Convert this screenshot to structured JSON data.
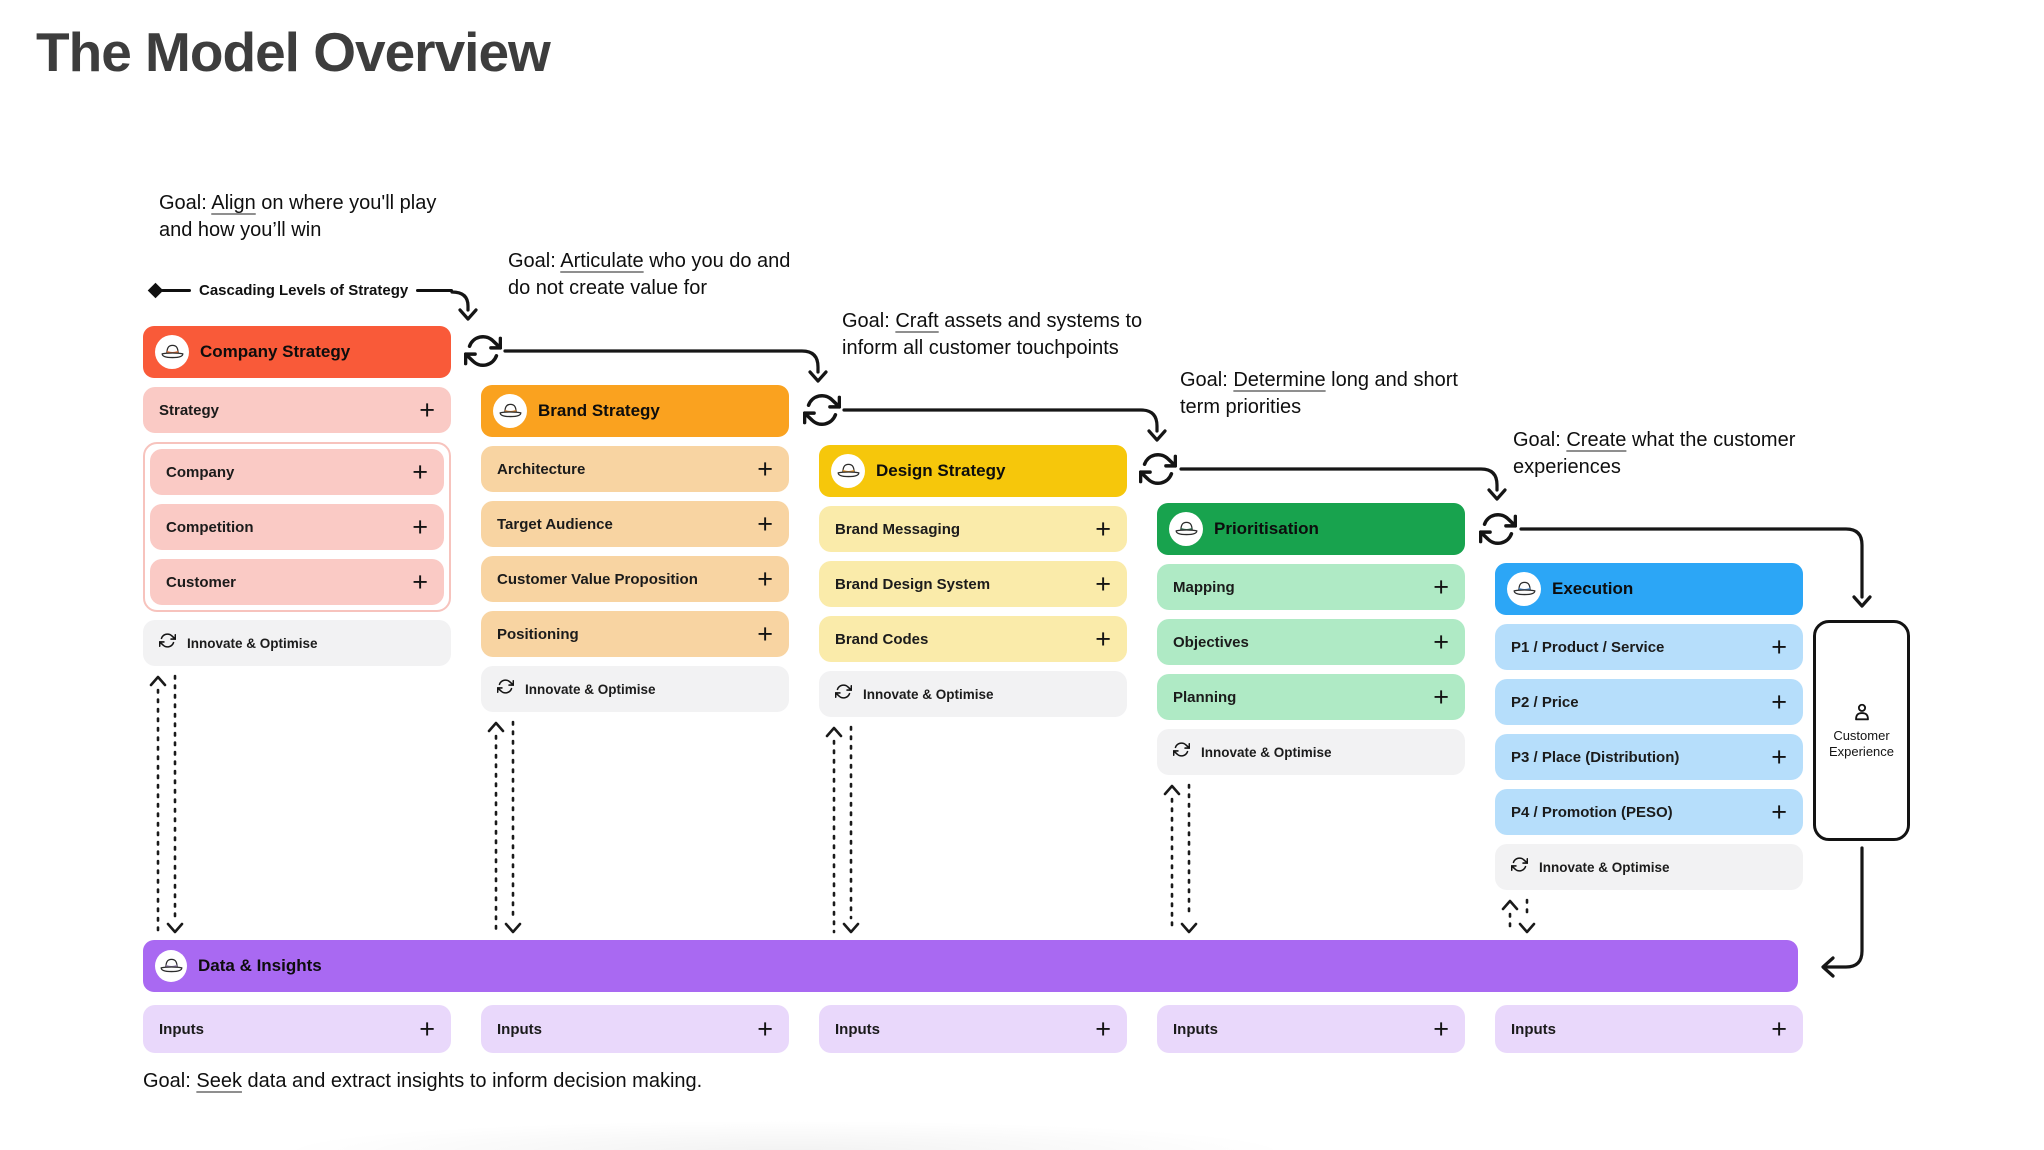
{
  "page": {
    "title": "The Model Overview"
  },
  "legend": {
    "cascading_label": "Cascading Levels of Strategy"
  },
  "goals": [
    {
      "pre": "Goal: ",
      "keyword": "Align",
      "rest": " on where you'll play",
      "line2": "and how you’ll win"
    },
    {
      "pre": "Goal: ",
      "keyword": "Articulate",
      "rest": " who you do and",
      "line2": "do not create value for"
    },
    {
      "pre": "Goal: ",
      "keyword": "Craft",
      "rest": " assets and systems to",
      "line2": "inform all customer touchpoints"
    },
    {
      "pre": "Goal: ",
      "keyword": "Determine",
      "rest": " long and short",
      "line2": "term priorities"
    },
    {
      "pre": "Goal: ",
      "keyword": "Create",
      "rest": " what the customer",
      "line2": "experiences"
    },
    {
      "pre": "Goal: ",
      "keyword": "Seek",
      "rest": " data and extract insights to inform decision making.",
      "line2": ""
    }
  ],
  "sections": [
    {
      "id": "company-strategy",
      "title": "Company Strategy",
      "rows": [
        "Strategy"
      ],
      "group": [
        "Company",
        "Competition",
        "Customer"
      ],
      "innovate": "Innovate & Optimise",
      "colors": {
        "header": "#F95A39",
        "row": "#FACAC5",
        "band": "#D96A35",
        "group_border": "#F7C3BD"
      }
    },
    {
      "id": "brand-strategy",
      "title": "Brand Strategy",
      "rows": [
        "Architecture",
        "Target Audience",
        "Customer Value Proposition",
        "Positioning"
      ],
      "innovate": "Innovate & Optimise",
      "colors": {
        "header": "#FAA21F",
        "row": "#F8D4A2",
        "band": "#C97B2F"
      }
    },
    {
      "id": "design-strategy",
      "title": "Design Strategy",
      "rows": [
        "Brand Messaging",
        "Brand Design System",
        "Brand Codes"
      ],
      "innovate": "Innovate & Optimise",
      "colors": {
        "header": "#F6C70B",
        "row": "#FAEBAA",
        "band": "#D98E2B"
      }
    },
    {
      "id": "prioritisation",
      "title": "Prioritisation",
      "rows": [
        "Mapping",
        "Objectives",
        "Planning"
      ],
      "innovate": "Innovate & Optimise",
      "colors": {
        "header": "#18A34E",
        "row": "#AFEAC5",
        "band": "#2F6B4F"
      }
    },
    {
      "id": "execution",
      "title": "Execution",
      "rows": [
        "P1 / Product / Service",
        "P2 / Price",
        "P3 / Place (Distribution)",
        "P4 / Promotion (PESO)"
      ],
      "innovate": "Innovate & Optimise",
      "colors": {
        "header": "#2CA6F6",
        "row": "#B6DEFB",
        "band": "#4583C4"
      }
    }
  ],
  "data_insights": {
    "title": "Data & Insights",
    "inputs": [
      "Inputs",
      "Inputs",
      "Inputs",
      "Inputs",
      "Inputs"
    ],
    "colors": {
      "header": "#A969F2",
      "row": "#E9D8FB",
      "band": "#8E7BA8"
    }
  },
  "customer_experience": {
    "line1": "Customer",
    "line2": "Experience"
  },
  "icons": {
    "plus_glyph": "+",
    "hat": "fedora-hat-icon",
    "refresh": "refresh-cycle-icon",
    "person": "person-icon",
    "diamond": "diamond-icon"
  },
  "ui_colors": {
    "line": "#161616",
    "innovate_bg": "#F2F2F3",
    "title": "#3D3D3D",
    "background": "#FFFFFF"
  }
}
